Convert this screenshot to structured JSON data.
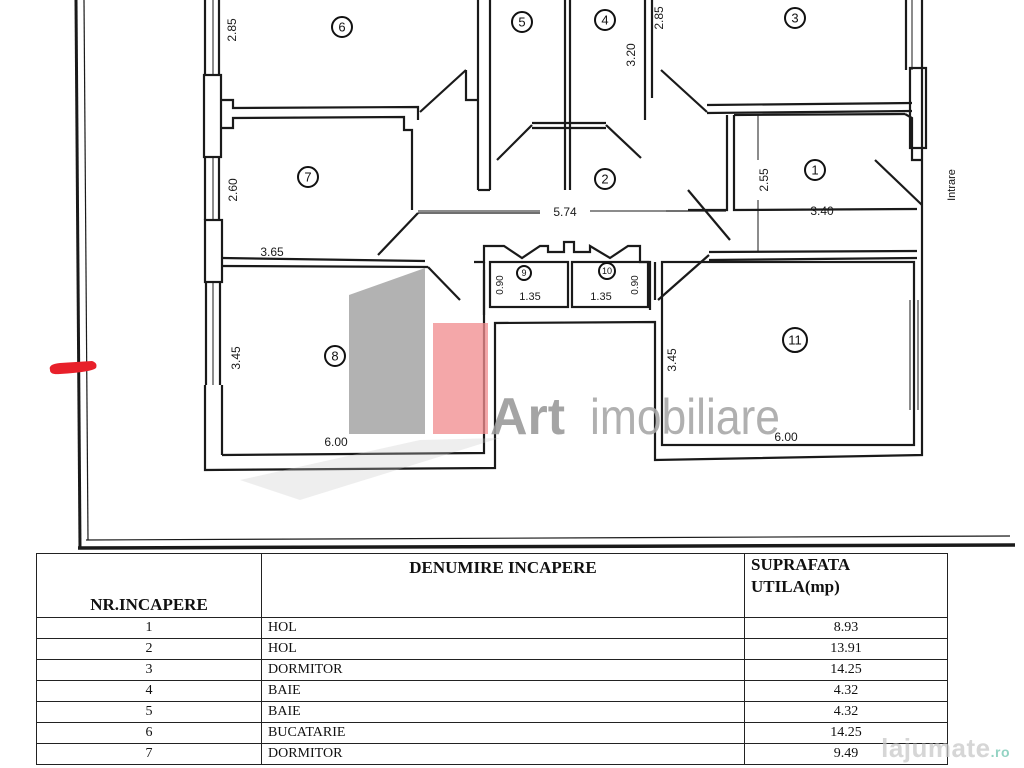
{
  "plan": {
    "entrance_label": "Intrare",
    "rooms": [
      {
        "id": "1",
        "label": "1"
      },
      {
        "id": "2",
        "label": "2"
      },
      {
        "id": "3",
        "label": "3"
      },
      {
        "id": "4",
        "label": "4"
      },
      {
        "id": "5",
        "label": "5"
      },
      {
        "id": "6",
        "label": "6"
      },
      {
        "id": "7",
        "label": "7"
      },
      {
        "id": "8",
        "label": "8"
      },
      {
        "id": "9",
        "label": "9"
      },
      {
        "id": "10",
        "label": "10"
      },
      {
        "id": "11",
        "label": "11"
      }
    ],
    "dimensions": {
      "room6_height": "2.85",
      "room4_width": "2.85",
      "room4_height": "3.20",
      "room7_height": "2.60",
      "room7_width": "3.65",
      "hall_width": "5.74",
      "room1_height": "2.55",
      "room1_width": "3.40",
      "room8_height": "3.45",
      "room8_width": "6.00",
      "room9_height": "0.90",
      "room9_width": "1.35",
      "room10_height": "0.90",
      "room10_width": "1.35",
      "room11_height": "3.45",
      "room11_width": "6.00"
    }
  },
  "watermark": {
    "brand_bold": "Art",
    "brand_light": "imobiliare",
    "site_name": "lajumate",
    "site_tld": ".ro",
    "colors": {
      "gray": "#9a9a9a",
      "red": "#f08c8e"
    }
  },
  "table": {
    "headers": {
      "nr": "NR.INCAPERE",
      "name": "DENUMIRE INCAPERE",
      "area_line1": "SUPRAFATA",
      "area_line2": "UTILA(mp)"
    },
    "rows": [
      {
        "nr": "1",
        "name": "HOL",
        "area": "8.93"
      },
      {
        "nr": "2",
        "name": "HOL",
        "area": "13.91"
      },
      {
        "nr": "3",
        "name": "DORMITOR",
        "area": "14.25"
      },
      {
        "nr": "4",
        "name": "BAIE",
        "area": "4.32"
      },
      {
        "nr": "5",
        "name": "BAIE",
        "area": "4.32"
      },
      {
        "nr": "6",
        "name": "BUCATARIE",
        "area": "14.25"
      },
      {
        "nr": "7",
        "name": "DORMITOR",
        "area": "9.49"
      }
    ]
  }
}
